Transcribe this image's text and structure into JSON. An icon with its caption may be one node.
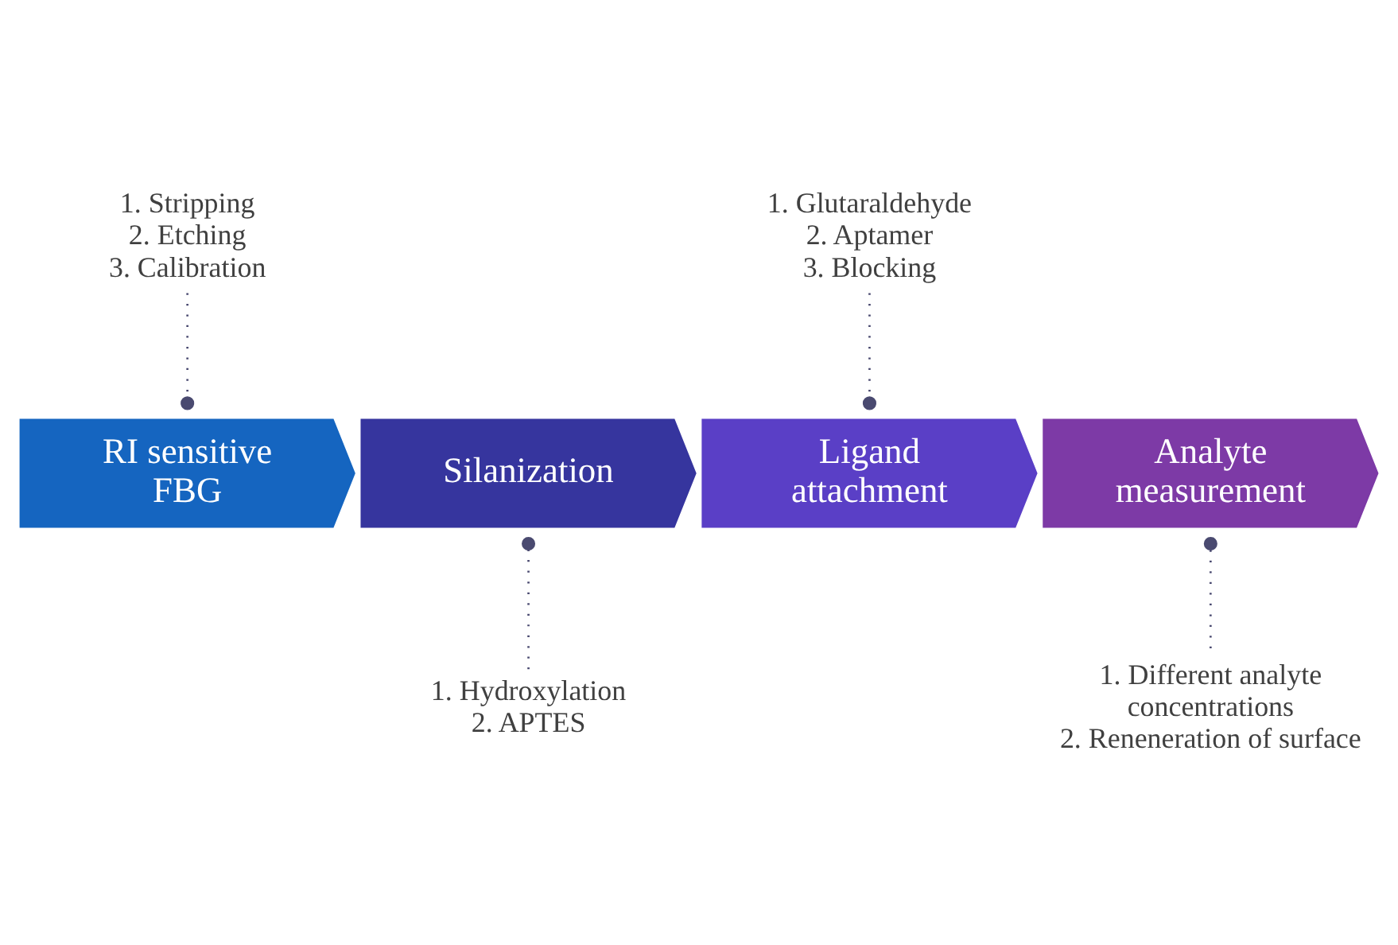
{
  "diagram": {
    "nodes": [
      {
        "text": [
          "1. Stripping",
          "2. Etching",
          "3. Calibration"
        ]
      },
      {
        "text": [
          "1. Glutaraldehyde",
          "2. Aptamer",
          "3. Blocking"
        ]
      },
      {
        "text": [
          "RI sensitive FBG"
        ]
      },
      {
        "text": [
          "Silanization"
        ]
      },
      {
        "text": [
          "Ligand attachment"
        ]
      },
      {
        "text": [
          "Analyte measurement"
        ]
      },
      {
        "text": [
          "1. Hydroxylation",
          "2. APTES"
        ]
      },
      {
        "text": [
          "1. Different analyte concentrations",
          "2. Reneneration of surface"
        ]
      }
    ],
    "edges": [
      {
        "from": 0,
        "to": 2,
        "arrow": "other",
        "style": "dashed"
      },
      {
        "from": 1,
        "to": 4,
        "arrow": "other",
        "style": "dashed"
      },
      {
        "from": 6,
        "to": 3,
        "arrow": "other",
        "style": "dashed"
      },
      {
        "from": 7,
        "to": 5,
        "arrow": "other",
        "style": "dashed"
      }
    ]
  }
}
